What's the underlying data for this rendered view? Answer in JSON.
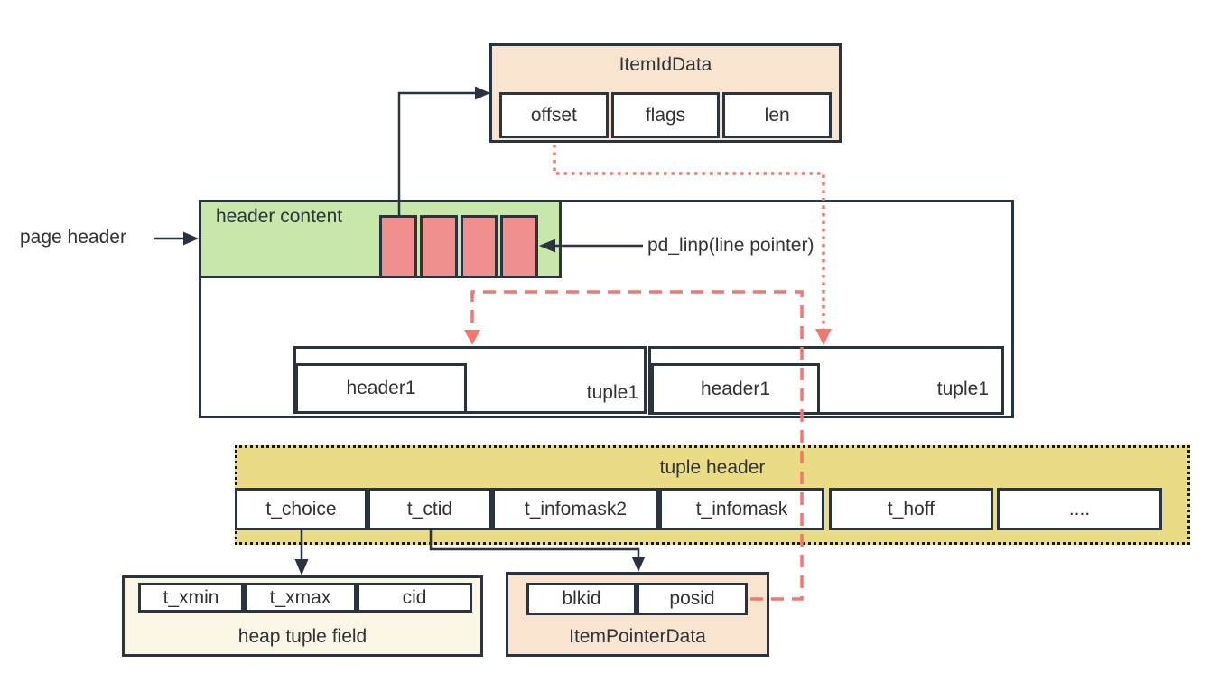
{
  "item_id_data": {
    "title": "ItemIdData",
    "cells": [
      "offset",
      "flags",
      "len"
    ]
  },
  "page": {
    "page_header_label": "page header",
    "header_content_label": "header content",
    "pd_linp_label": "pd_linp(line pointer)",
    "line_pointer_count": 4,
    "tuples": [
      {
        "header_label": "header1",
        "tuple_label": "tuple1"
      },
      {
        "header_label": "header1",
        "tuple_label": "tuple1"
      }
    ]
  },
  "tuple_header": {
    "title": "tuple header",
    "cells": [
      "t_choice",
      "t_ctid",
      "t_infomask2",
      "t_infomask",
      "t_hoff",
      "...."
    ]
  },
  "heap_tuple_field": {
    "title": "heap tuple field",
    "cells": [
      "t_xmin",
      "t_xmax",
      "cid"
    ]
  },
  "item_pointer_data": {
    "title": "ItemPointerData",
    "cells": [
      "blkid",
      "posid"
    ]
  },
  "colors": {
    "border_dark": "#2a3440",
    "page_header_fill": "#c8e7aa",
    "line_pointer_fill": "#f0908e",
    "item_id_fill": "#f9e4cf",
    "tuple_header_fill": "#eadb85",
    "heap_tuple_fill": "#fbf7e6",
    "item_pointer_fill": "#f9e4cf",
    "connector_red": "#f3766f"
  }
}
